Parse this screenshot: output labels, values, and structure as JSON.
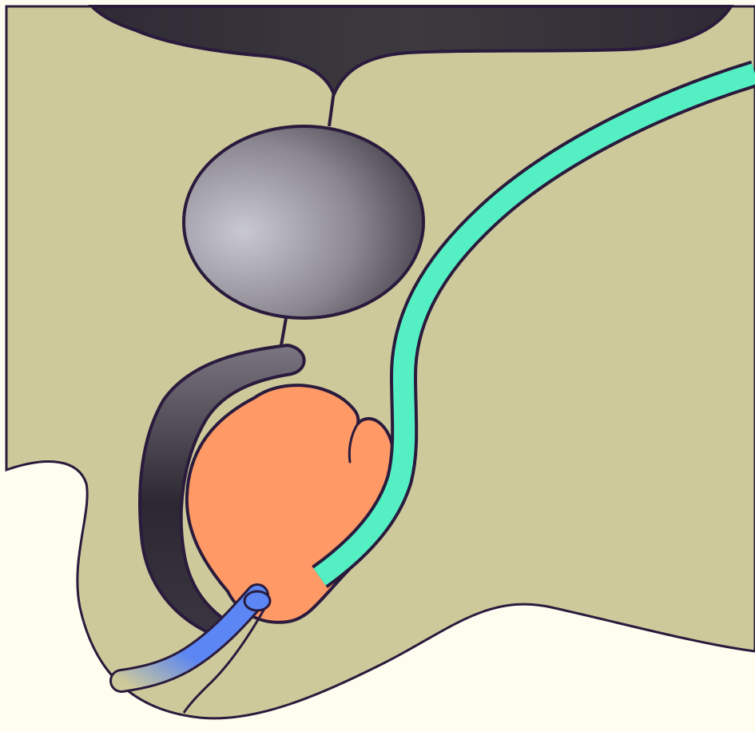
{
  "diagram": {
    "labels": [],
    "colors": {
      "background": "#fffdf0",
      "tissue": "#cdc99b",
      "outline": "#2a1b3d",
      "upper_dark_organ": "#2f2a34",
      "round_organ_light": "#c9c9d3",
      "round_organ_dark": "#3a3540",
      "crescent_light": "#7a7580",
      "crescent_dark": "#2c2832",
      "orange_organ": "#ff9966",
      "cyan_tube": "#54f0c4",
      "blue_tube": "#5b86f4"
    },
    "shapes": [
      {
        "name": "upper-dark-organ"
      },
      {
        "name": "round-gray-organ"
      },
      {
        "name": "dark-crescent"
      },
      {
        "name": "orange-organ"
      },
      {
        "name": "cyan-tube"
      },
      {
        "name": "blue-tube"
      }
    ]
  }
}
